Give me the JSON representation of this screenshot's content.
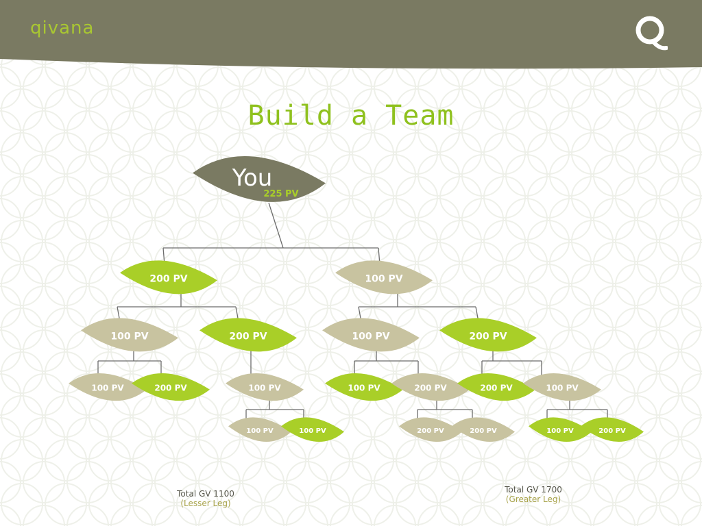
{
  "header": {
    "brand": "qivana",
    "logo_icon": "q-logo-icon",
    "bar_color": "#7a7a62",
    "brand_color": "#a9c732"
  },
  "title": "Build a Team",
  "colors": {
    "olive": "#7a7a62",
    "beige": "#c8c3a0",
    "green": "#a9cf28",
    "line": "#6b6b6b",
    "pv_accent": "#a9cf28"
  },
  "root": {
    "label": "You",
    "pv": "225 PV"
  },
  "nodes": [
    {
      "label": "200 PV",
      "color": "green"
    },
    {
      "label": "100 PV",
      "color": "beige"
    },
    {
      "label": "100 PV",
      "color": "beige"
    },
    {
      "label": "200 PV",
      "color": "green"
    },
    {
      "label": "100 PV",
      "color": "beige"
    },
    {
      "label": "200 PV",
      "color": "green"
    },
    {
      "label": "100 PV",
      "color": "beige"
    },
    {
      "label": "200 PV",
      "color": "green"
    },
    {
      "label": "100 PV",
      "color": "beige"
    },
    {
      "label": "100 PV",
      "color": "green"
    },
    {
      "label": "200 PV",
      "color": "beige"
    },
    {
      "label": "200 PV",
      "color": "green"
    },
    {
      "label": "100 PV",
      "color": "beige"
    },
    {
      "label": "100 PV",
      "color": "beige"
    },
    {
      "label": "100 PV",
      "color": "green"
    },
    {
      "label": "200 PV",
      "color": "beige"
    },
    {
      "label": "200 PV",
      "color": "beige"
    },
    {
      "label": "100 PV",
      "color": "green"
    },
    {
      "label": "200 PV",
      "color": "green"
    }
  ],
  "totals": [
    {
      "line1": "Total GV 1100",
      "line2": "(Lesser Leg)"
    },
    {
      "line1": "Total GV 1700",
      "line2": "(Greater Leg)"
    }
  ]
}
